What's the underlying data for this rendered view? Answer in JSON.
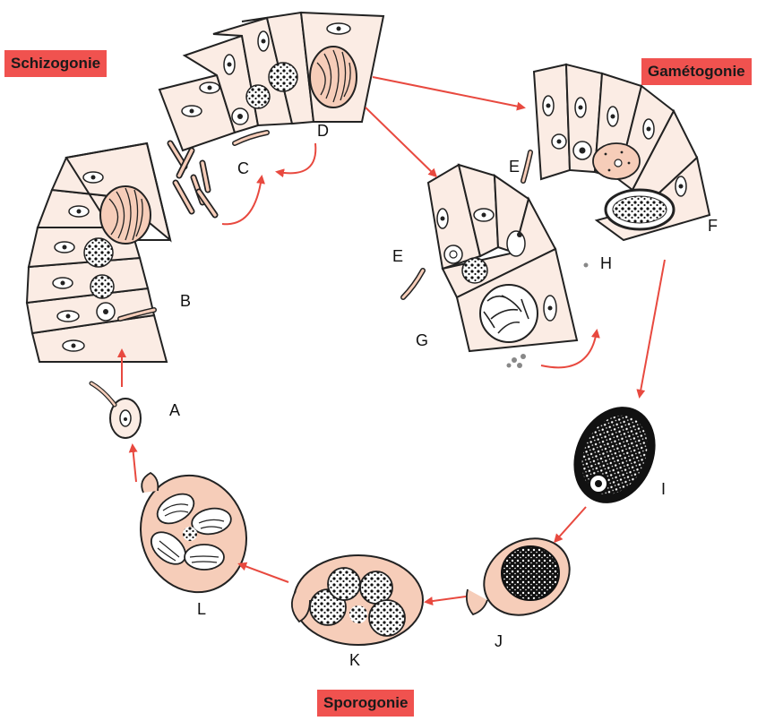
{
  "phases": {
    "schizogonie": "Schizogonie",
    "gametogonie": "Gamétogonie",
    "sporogonie": "Sporogonie"
  },
  "stages": [
    "A",
    "B",
    "C",
    "D",
    "E",
    "E",
    "F",
    "G",
    "H",
    "I",
    "J",
    "K",
    "L"
  ],
  "colors": {
    "label_bg": "#f0524f",
    "arrow": "#e8493f",
    "cell_fill": "#fbece4",
    "oocyst_fill": "#f6cdb9",
    "outline": "#222222"
  }
}
